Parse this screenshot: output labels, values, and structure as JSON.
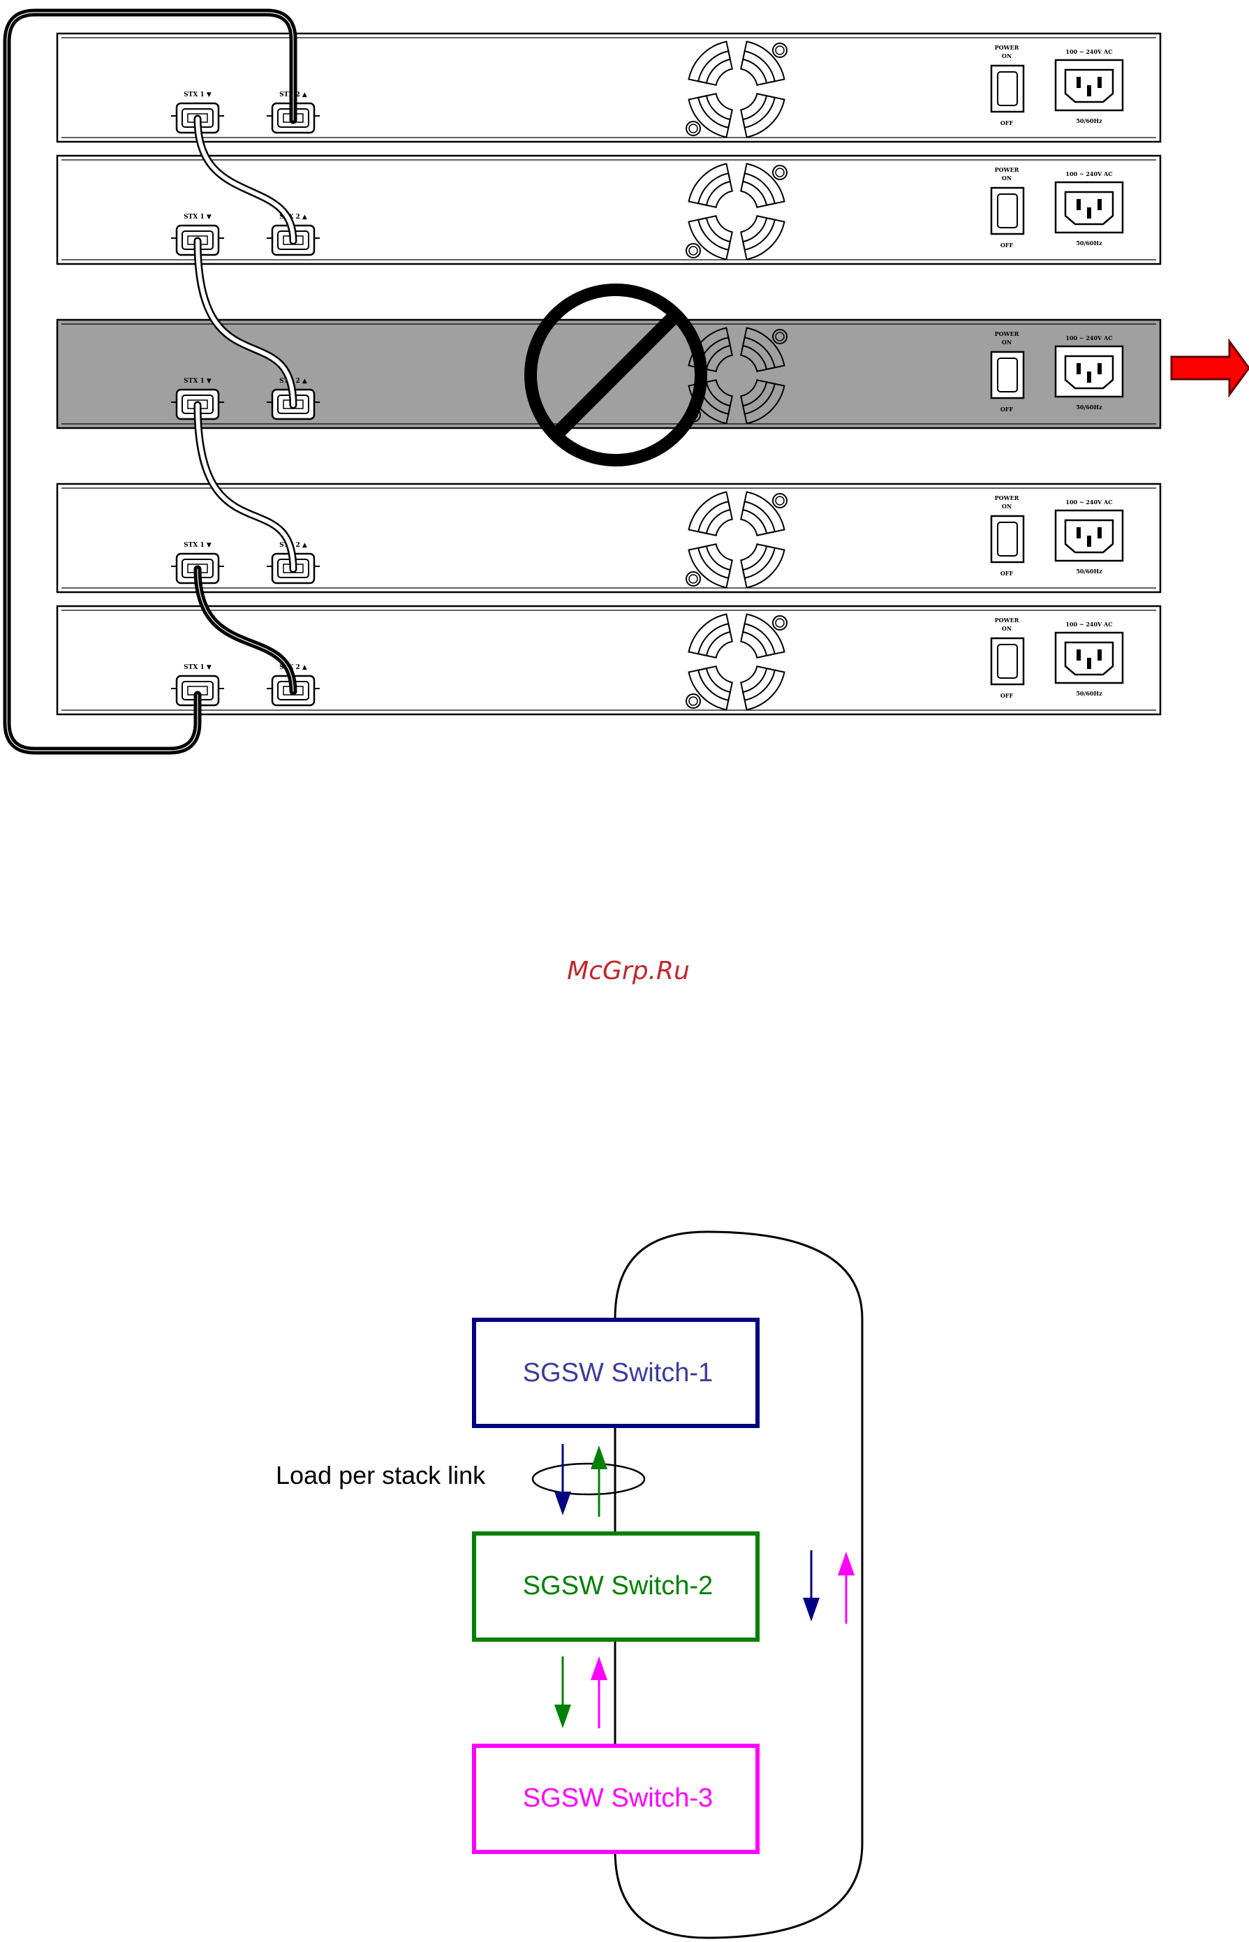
{
  "watermark": "McGrp.Ru",
  "units": [
    {
      "highlighted": false
    },
    {
      "highlighted": false
    },
    {
      "highlighted": true
    },
    {
      "highlighted": false
    },
    {
      "highlighted": false
    }
  ],
  "unit_labels": {
    "stx1": "STX 1 ▼",
    "stx2": "STX 2 ▲",
    "power": "POWER",
    "on": "ON",
    "off": "OFF",
    "voltage": "100 ~ 240V AC",
    "frequency": "50/60Hz"
  },
  "colors": {
    "switch1": "#000080",
    "switch2": "#008000",
    "switch3": "#ff00ff",
    "highlight_fill": "#a0a0a0",
    "arrow_red": "#ff0000"
  },
  "stack_diagram": {
    "switches": [
      {
        "label": "SGSW Switch-1",
        "color": "#000080",
        "text_color": "#3b3b9a"
      },
      {
        "label": "SGSW Switch-2",
        "color": "#008000",
        "text_color": "#008000"
      },
      {
        "label": "SGSW Switch-3",
        "color": "#ff00ff",
        "text_color": "#ff00ff"
      }
    ],
    "load_label": "Load per stack link"
  }
}
